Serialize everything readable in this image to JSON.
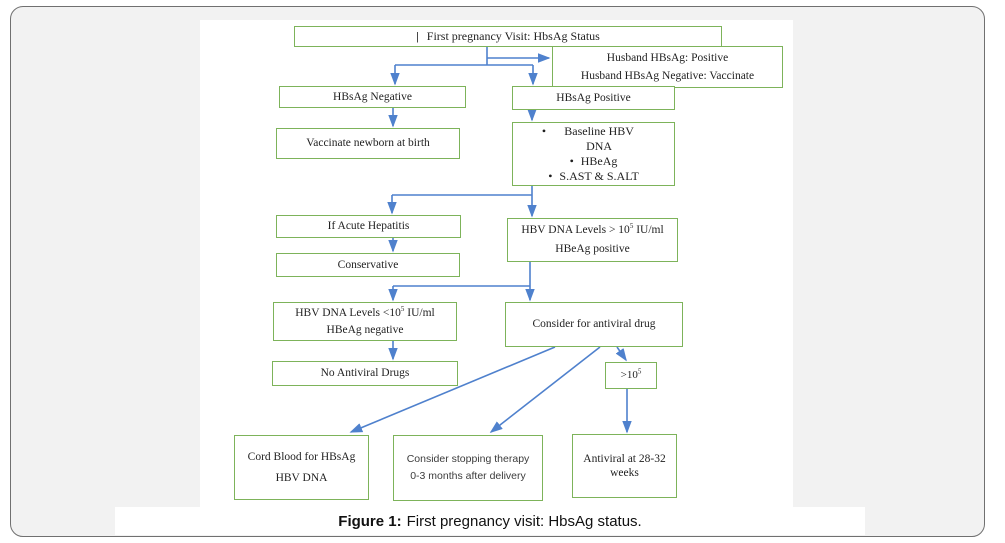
{
  "figure": {
    "caption_label": "Figure 1:",
    "caption_text": "First pregnancy visit: HbsAg status."
  },
  "flowchart": {
    "cursor_bar": "|",
    "title": "First pregnancy Visit: HbsAg Status",
    "husband": {
      "line1": "Husband HBsAg: Positive",
      "line2": "Husband HBsAg Negative: Vaccinate"
    },
    "hbsag_negative": "HBsAg Negative",
    "hbsag_positive": "HBsAg Positive",
    "vaccinate_newborn": "Vaccinate newborn at birth",
    "bullet_char": "•",
    "baseline_bullets": [
      "Baseline HBV DNA",
      "HBeAg",
      "S.AST & S.ALT"
    ],
    "if_acute_hepatitis": "If Acute Hepatitis",
    "conservative": "Conservative",
    "hbv_high": {
      "pre": "HBV DNA Levels > 10",
      "sup": "5",
      "post": " IU/ml",
      "line2": "HBeAg positive"
    },
    "hbv_low": {
      "pre": "HBV DNA Levels <10",
      "sup": "5",
      "post": " IU/ml",
      "line2": "HBeAg negative"
    },
    "no_antiviral_drugs": "No Antiviral Drugs",
    "consider_antiviral": "Consider for antiviral drug",
    "gt_threshold": {
      "pre": ">10",
      "sup": "5"
    },
    "cord_blood": {
      "line1": "Cord Blood for HBsAg",
      "line2": "HBV DNA"
    },
    "stop_therapy": {
      "line1": "Consider stopping therapy",
      "line2": "0-3 months after delivery"
    },
    "antiviral_weeks": "Antiviral at 28-32 weeks"
  },
  "colors": {
    "box_border_green": "#7db35a",
    "arrow_blue": "#4f81cd",
    "card_background": "#f2f2f2",
    "card_border": "#707070"
  }
}
